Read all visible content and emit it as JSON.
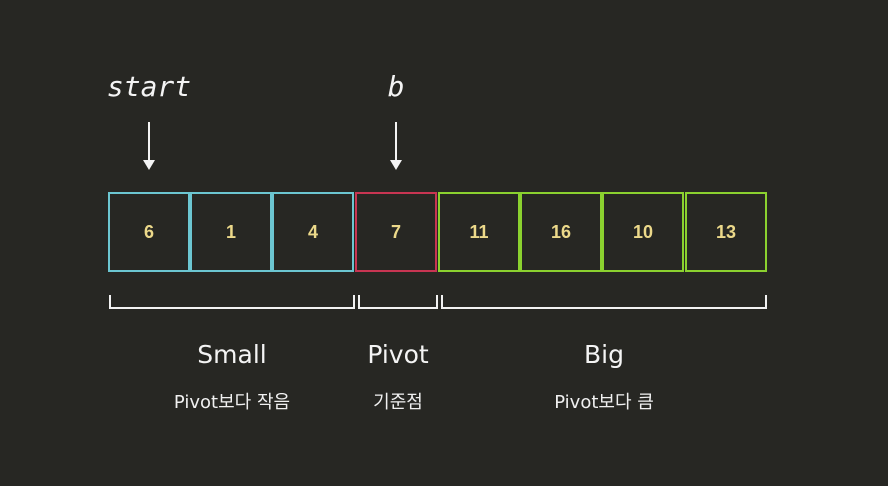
{
  "pointers": [
    {
      "label": "start"
    },
    {
      "label": "b"
    }
  ],
  "cells": [
    {
      "value": "6",
      "group": "small"
    },
    {
      "value": "1",
      "group": "small"
    },
    {
      "value": "4",
      "group": "small"
    },
    {
      "value": "7",
      "group": "pivot"
    },
    {
      "value": "11",
      "group": "big"
    },
    {
      "value": "16",
      "group": "big"
    },
    {
      "value": "10",
      "group": "big"
    },
    {
      "value": "13",
      "group": "big"
    }
  ],
  "groups": [
    {
      "title": "Small",
      "subtitle": "Pivot보다 작음"
    },
    {
      "title": "Pivot",
      "subtitle": "기준점"
    },
    {
      "title": "Big",
      "subtitle": "Pivot보다 큼"
    }
  ],
  "colors": {
    "background": "#272723",
    "small_border": "#6cc6d1",
    "pivot_border": "#c83552",
    "big_border": "#8bd12f",
    "cell_text": "#ecd98a"
  }
}
